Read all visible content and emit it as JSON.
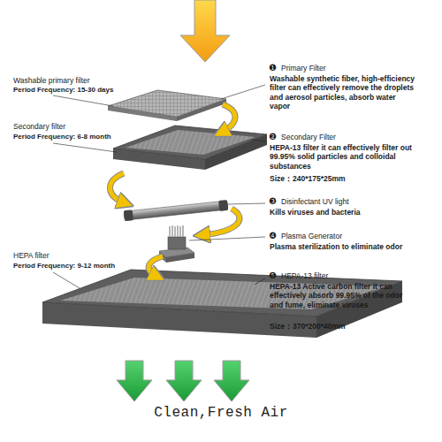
{
  "diagram": {
    "caption": "Clean,Fresh Air",
    "labels": [
      "Washable primary filter",
      "Period Frequency: 15-30 days",
      "Secondary filter",
      "Period Frequency: 6-8 month",
      "HEPA filter",
      "Period Frequency: 9-12 month",
      "❶",
      "Primary Filter",
      "Washable synthetic fiber, high-efficiency filter can effectively remove the droplets and aerosol particles, absorb water vapor",
      "❷",
      "Secondary Filter",
      "HEPA-13 filter it can effectively filter out 99.95% solid particles and colloidal substances",
      "Size：240*175*25mm",
      "❸",
      "Disinfectant UV light",
      "Kills viruses and bacteria",
      "❹",
      "Plasma Generator",
      "Plasma sterilization to eliminate odor",
      "❺",
      "HEPA-13 filter",
      "HEPA-13 Active carbon filter it can effectively absorb 99.95% of the odor and fume, eliminate viruses",
      "Size：370*200*40mm"
    ]
  }
}
